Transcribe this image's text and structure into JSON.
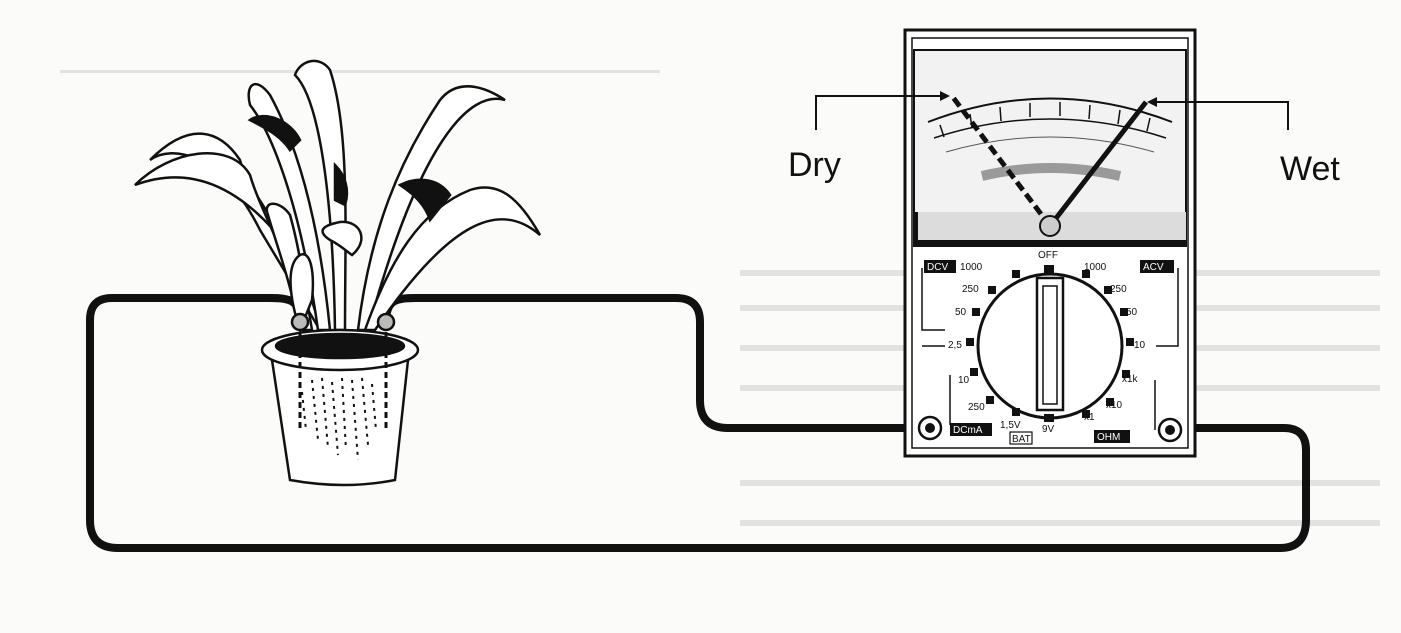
{
  "labels": {
    "dry": "Dry",
    "wet": "Wet"
  },
  "meter": {
    "off_label": "OFF",
    "dcv_label": "DCV",
    "acv_label": "ACV",
    "dcma_label": "DCmA",
    "ohm_label": "OHM",
    "bat_label": "BAT",
    "dcv_ranges": [
      "1000",
      "250",
      "50",
      "2,5"
    ],
    "acv_ranges": [
      "1000",
      "250",
      "50",
      "10"
    ],
    "dcma_ranges": [
      "10",
      "250"
    ],
    "bat_ranges": [
      "1,5V",
      "9V"
    ],
    "ohm_ranges": [
      "x1k",
      "x10",
      "x1"
    ]
  },
  "colors": {
    "ink": "#111111",
    "paper": "#fbfbfa",
    "meter_gray": "#9a9a9a"
  }
}
